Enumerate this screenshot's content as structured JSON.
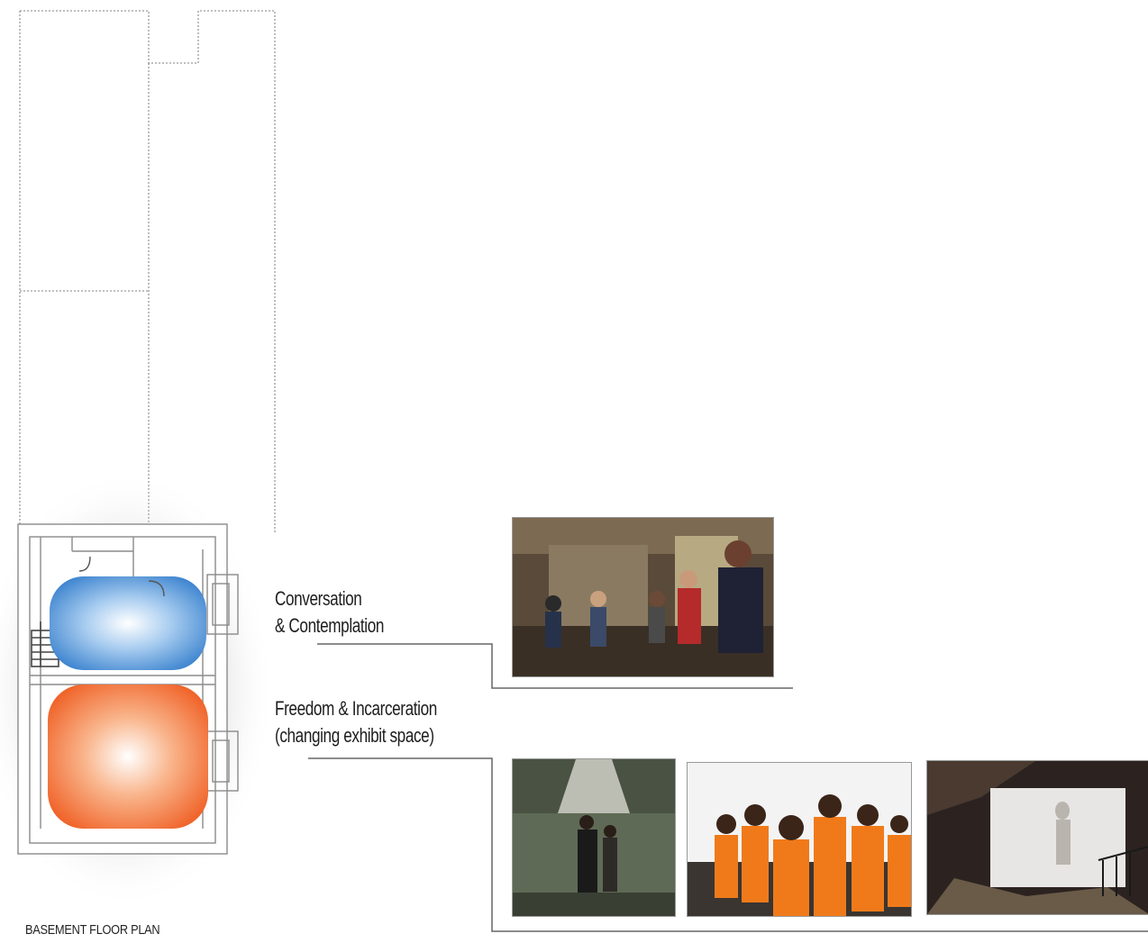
{
  "labels": {
    "conversation_line1": "Conversation",
    "conversation_line2": "& Contemplation",
    "freedom_line1": "Freedom & Incarceration",
    "freedom_line2": "(changing exhibit space)",
    "plan_title": "BASEMENT FLOOR PLAN"
  },
  "zones": [
    {
      "name": "conversation-contemplation-zone",
      "color": "#4a8fd4"
    },
    {
      "name": "freedom-incarceration-zone",
      "color": "#f26a2a"
    }
  ],
  "photos": [
    {
      "name": "photo-circle-discussion",
      "icon": "group-seated-photo"
    },
    {
      "name": "photo-dark-forest-exhibit",
      "icon": "exhibit-photo"
    },
    {
      "name": "photo-orange-uniforms",
      "icon": "performance-photo"
    },
    {
      "name": "photo-shadow-projection",
      "icon": "installation-photo"
    }
  ]
}
